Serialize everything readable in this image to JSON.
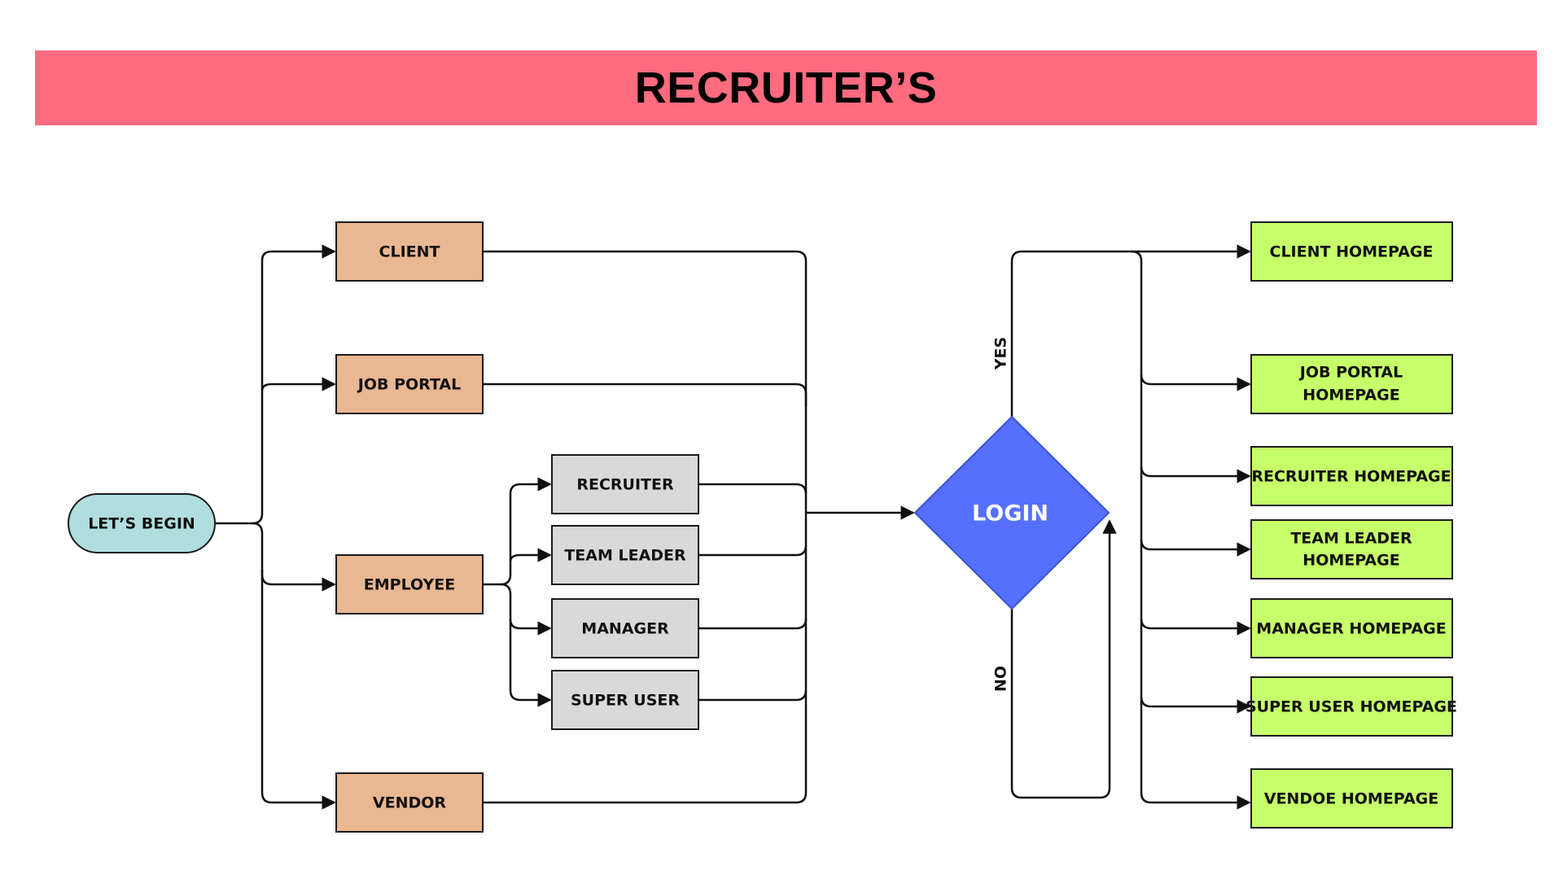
{
  "title": "RECRUITER’S",
  "colors": {
    "banner": "#ff6b7f",
    "start": "#b0dede",
    "user_type": "#e9b791",
    "role": "#d9d9d9",
    "decision": "#5570ff",
    "homepage": "#c6ff6a"
  },
  "start": {
    "label": "LET’S BEGIN"
  },
  "user_types": {
    "client": "CLIENT",
    "job_portal": "JOB PORTAL",
    "employee": "EMPLOYEE",
    "vendor": "VENDOR"
  },
  "roles": {
    "recruiter": "RECRUITER",
    "team_leader": "TEAM LEADER",
    "manager": "MANAGER",
    "super_user": "SUPER USER"
  },
  "decision": {
    "label": "LOGIN",
    "yes": "YES",
    "no": "NO"
  },
  "homepages": {
    "client": [
      "CLIENT  HOMEPAGE"
    ],
    "job_portal": [
      "JOB PORTAL",
      "HOMEPAGE"
    ],
    "recruiter": [
      "RECRUITER HOMEPAGE"
    ],
    "team_leader": [
      "TEAM LEADER",
      "HOMEPAGE"
    ],
    "manager": [
      "MANAGER HOMEPAGE"
    ],
    "super_user": [
      "SUPER USER HOMEPAGE"
    ],
    "vendor": [
      "VENDOE HOMEPAGE"
    ]
  }
}
